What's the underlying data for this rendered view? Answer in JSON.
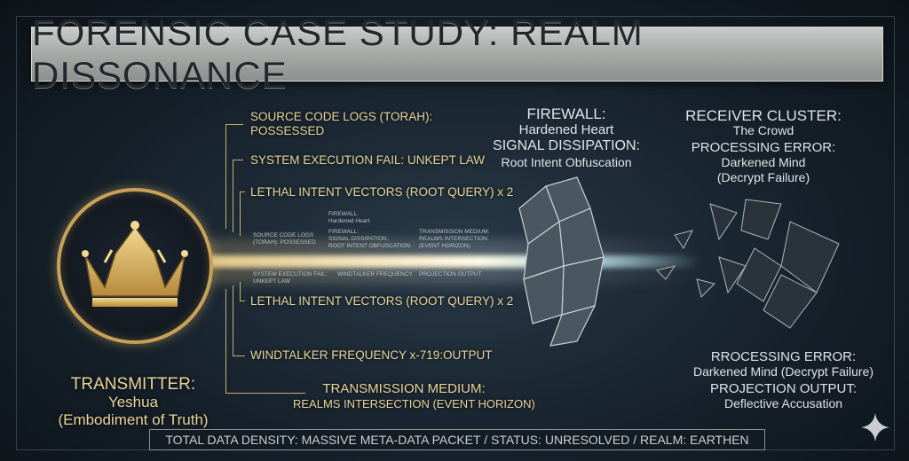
{
  "title": "FORENSIC CASE STUDY: REALM DISSONANCE",
  "left_labels": {
    "source_code": [
      "SOURCE CODE LOGS (TORAH):",
      "POSSESSED"
    ],
    "system_fail": "SYSTEM EXECUTION FAIL: UNKEPT LAW",
    "lethal_top": "LETHAL INTENT VECTORS (ROOT QUERY) x 2",
    "lethal_bottom": "LETHAL INTENT VECTORS (ROOT QUERY) x 2",
    "windtalker": "WINDTALKER FREQUENCY x-719:OUTPUT"
  },
  "transmitter": {
    "heading": "TRANSMITTER:",
    "name": "Yeshua",
    "desc": "(Embodiment of Truth)"
  },
  "transmission_medium": {
    "heading": "TRANSMISSION MEDIUM:",
    "value": "REALMS INTERSECTION (EVENT HORIZON)"
  },
  "firewall": {
    "heading": "FIREWALL:",
    "value": "Hardened Heart",
    "heading2": "SIGNAL DISSIPATION:",
    "value2": "Root Intent Obfuscation"
  },
  "receiver": {
    "heading": "RECEIVER CLUSTER:",
    "value": "The Crowd",
    "heading2": "PROCESSING ERROR:",
    "value2": "Darkened Mind",
    "value3": "(Decrypt Failure)"
  },
  "lower_right": {
    "heading": "RROCESSING ERROR:",
    "value": "Darkened Mind (Decrypt Failure)",
    "heading2": "PROJECTION OUTPUT:",
    "value2": "Deflective Accusation"
  },
  "beam_text": {
    "a": "SOURCE CODE LOGS",
    "b": "(TORAH): POSSESSED",
    "c": "FIREWALL:",
    "d": "Hardened Heart",
    "e": "FIREWALL:",
    "f": "SIGNAL DISSIPATION:",
    "g": "ROOT INTENT OBFUSCATION",
    "h": "TRANSMISSION MEDIUM:",
    "i": "REALMS INTERSECTION",
    "j": "(EVENT HORIZON)",
    "k": "SYSTEM EXECUTION FAIL:",
    "l": "UNKEPT LAW",
    "m": "WINDTALKER FREQUENCY",
    "n": "PROJECTION OUTPUT"
  },
  "status_bar": "TOTAL DATA DENSITY: MASSIVE META-DATA PACKET / STATUS: UNRESOLVED / REALM: EARTHEN"
}
